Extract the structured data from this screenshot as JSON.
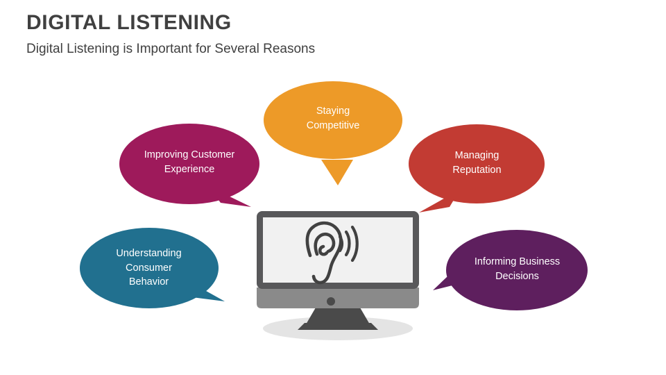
{
  "header": {
    "title": "DIGITAL LISTENING",
    "subtitle": "Digital Listening is Important for Several Reasons"
  },
  "colors": {
    "title_text": "#404040",
    "background": "#ffffff",
    "bubble_magenta": "#9E1A5B",
    "bubble_orange": "#ED9A28",
    "bubble_red": "#C23B33",
    "bubble_blue": "#21708F",
    "bubble_purple": "#5E1F5E",
    "bubble_label_text": "#ffffff",
    "monitor_bezel": "#58585A",
    "monitor_screen": "#F1F1F1",
    "monitor_chin": "#8A8A8A",
    "monitor_stand": "#4A4A4A",
    "monitor_button": "#4A4A4A",
    "ear_icon": "#414141",
    "shadow": "#E2E2E2"
  },
  "diagram": {
    "center_icon_name": "ear-listening-icon",
    "center_device_name": "desktop-monitor",
    "bubbles": [
      {
        "id": "improving-customer-experience",
        "label": "Improving Customer\nExperience",
        "color": "#9E1A5B",
        "tail": "bottom-right"
      },
      {
        "id": "staying-competitive",
        "label": "Staying\nCompetitive",
        "color": "#ED9A28",
        "tail": "bottom-center"
      },
      {
        "id": "managing-reputation",
        "label": "Managing\nReputation",
        "color": "#C23B33",
        "tail": "bottom-left"
      },
      {
        "id": "understanding-consumer-behavior",
        "label": "Understanding\nConsumer\nBehavior",
        "color": "#21708F",
        "tail": "bottom-right"
      },
      {
        "id": "informing-business-decisions",
        "label": "Informing Business\nDecisions",
        "color": "#5E1F5E",
        "tail": "bottom-left"
      }
    ]
  }
}
